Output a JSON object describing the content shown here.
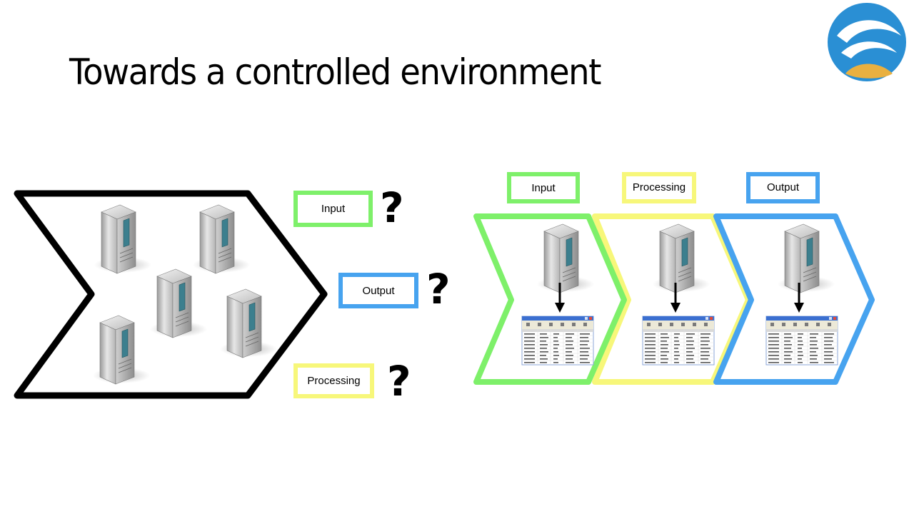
{
  "slide": {
    "title": "Towards a controlled environment"
  },
  "left_labels": {
    "input": "Input",
    "output": "Output",
    "processing": "Processing",
    "question_mark": "?"
  },
  "right_labels": {
    "input": "Input",
    "processing": "Processing",
    "output": "Output"
  },
  "colors": {
    "input": "#7ef06a",
    "output": "#47a3ef",
    "processing": "#f7f77a",
    "outline": "#000000",
    "logo_blue": "#2a8fd4",
    "logo_gold": "#e9b040"
  },
  "icons": [
    "server-icon",
    "spreadsheet-window-icon",
    "down-arrow-icon",
    "logo-icon"
  ]
}
